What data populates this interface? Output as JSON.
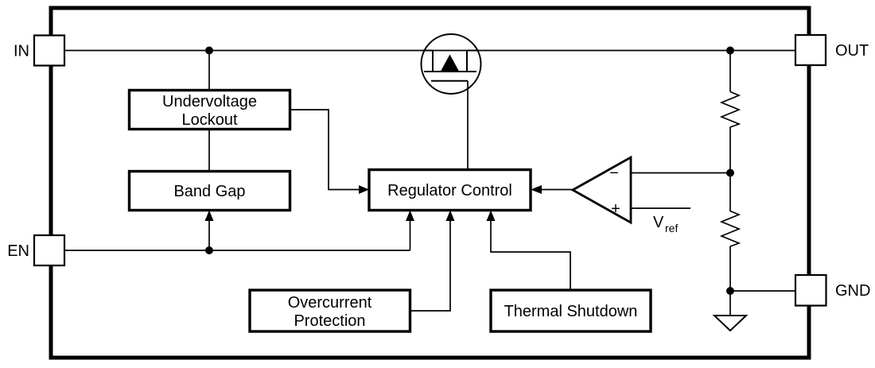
{
  "diagram": {
    "pins": {
      "in": "IN",
      "en": "EN",
      "out": "OUT",
      "gnd": "GND"
    },
    "blocks": {
      "undervoltage_lockout": {
        "line1": "Undervoltage",
        "line2": "Lockout"
      },
      "band_gap": {
        "label": "Band Gap"
      },
      "regulator_control": {
        "label": "Regulator Control"
      },
      "overcurrent_protection": {
        "line1": "Overcurrent",
        "line2": "Protection"
      },
      "thermal_shutdown": {
        "label": "Thermal Shutdown"
      }
    },
    "comparator": {
      "minus_label": "−",
      "plus_label": "+",
      "vref_base": "V",
      "vref_subscript": "ref"
    },
    "colors": {
      "line": "#000000",
      "background": "#ffffff"
    }
  }
}
